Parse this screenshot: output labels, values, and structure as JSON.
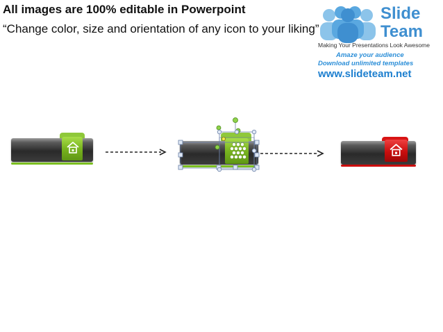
{
  "header": {
    "title": "All images are 100% editable in Powerpoint",
    "subtitle": "“Change color, size and orientation of any icon to your liking”"
  },
  "logo": {
    "word1": "Slide",
    "word2": "Team",
    "tagline": "Making Your Presentations Look Awesome",
    "line1": "Amaze your audience",
    "line2": "Download unlimited templates",
    "url": "www.slideteam.net",
    "brand_color": "#3f8fd0"
  },
  "diagram": {
    "items": [
      {
        "name": "green-home-button",
        "icon": "home-icon",
        "accent": "#79b41f"
      },
      {
        "name": "selected-button",
        "icon": "grid-icon",
        "accent": "#79b41f",
        "selected": true
      },
      {
        "name": "red-home-button",
        "icon": "home-icon",
        "accent": "#c80d0d"
      }
    ],
    "connector": "dashed-arrow"
  }
}
